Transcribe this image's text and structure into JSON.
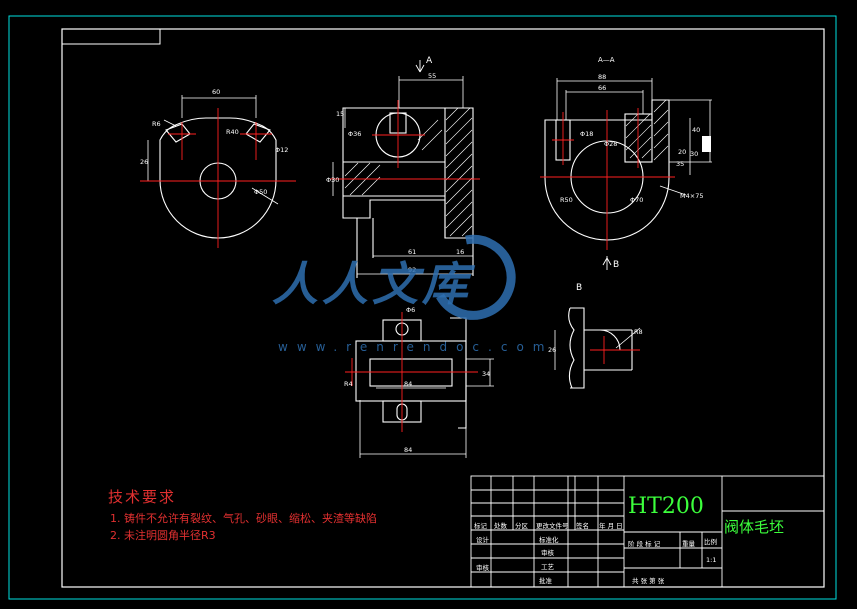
{
  "drawing": {
    "tech_requirements": {
      "title": "技术要求",
      "items": [
        "1. 铸件不允许有裂纹、气孔、砂眼、缩松、夹渣等缺陷",
        "2. 未注明圆角半径R3"
      ]
    },
    "material": "HT200",
    "part_name": "阀体毛坯",
    "view_labels": {
      "section_a": "A",
      "section_a_right": "A—A",
      "view_b_arrow": "B",
      "view_b": "B"
    },
    "dimensions": {
      "left_view": [
        "60",
        "R6",
        "R40",
        "Φ12",
        "Φ50",
        "26"
      ],
      "front_view": [
        "55",
        "Φ36",
        "Φ30",
        "15",
        "61",
        "16",
        "92"
      ],
      "side_view": [
        "88",
        "66",
        "40",
        "Φ28",
        "Φ18",
        "35",
        "20",
        "R50",
        "Φ70",
        "30",
        "M4×75"
      ],
      "top_view": [
        "Φ6",
        "34",
        "84",
        "R4",
        "84"
      ],
      "view_b": [
        "R8",
        "26"
      ]
    },
    "title_block": {
      "row_labels": [
        "标记",
        "处数",
        "分区",
        "更改文件号",
        "签名",
        "年 月 日"
      ],
      "left_labels": [
        "设计",
        "审核"
      ],
      "mid_labels": [
        "标准化",
        "批准",
        "审核",
        "工艺"
      ],
      "stage_labels": [
        "阶 段 标 记",
        "重量",
        "比例"
      ],
      "scale": "1:1",
      "sheet_row": "共   张   第   张"
    },
    "watermark": {
      "text": "人人文库",
      "url": "www.renrendoc.com"
    }
  },
  "colors": {
    "background": "#000000",
    "frame": "#ffffff",
    "inner_border": "#00e0e0",
    "centerline": "#ff2020",
    "note_text": "#e23030",
    "material_text": "#3cff3c",
    "watermark": "#2e6fb0"
  }
}
